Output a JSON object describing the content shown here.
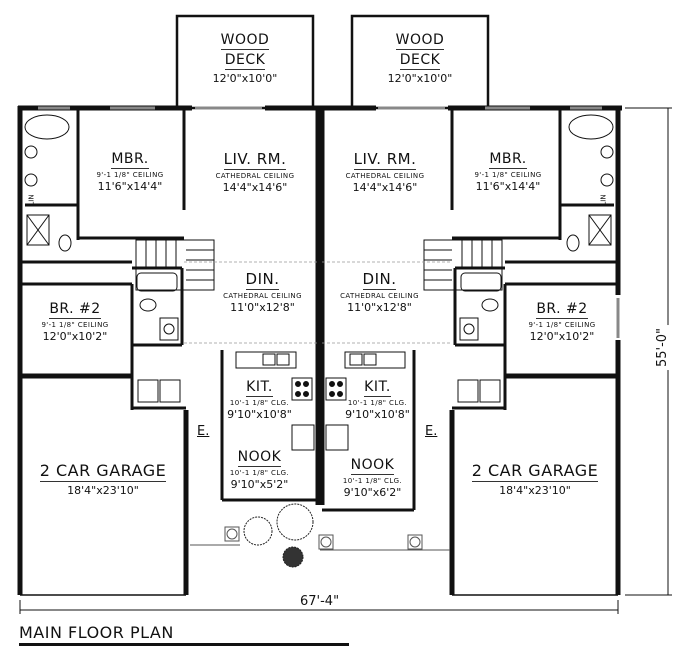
{
  "plan": {
    "title": "MAIN FLOOR PLAN",
    "overall_width": "67'-4\"",
    "overall_depth": "55'-0\""
  },
  "units": {
    "left": {
      "deck": {
        "name_line1": "WOOD",
        "name_line2": "DECK",
        "dim": "12'0\"x10'0\""
      },
      "mbr": {
        "name": "MBR.",
        "ceiling": "9'-1 1/8\" CEILING",
        "dim": "11'6\"x14'4\""
      },
      "living": {
        "name": "LIV. RM.",
        "ceiling": "CATHEDRAL CEILING",
        "dim": "14'4\"x14'6\""
      },
      "dining": {
        "name": "DIN.",
        "ceiling": "CATHEDRAL CEILING",
        "dim": "11'0\"x12'8\""
      },
      "br2": {
        "name": "BR. #2",
        "ceiling": "9'-1 1/8\" CEILING",
        "dim": "12'0\"x10'2\""
      },
      "kitchen": {
        "name": "KIT.",
        "ceiling": "10'-1 1/8\" CLG.",
        "dim": "9'10\"x10'8\""
      },
      "nook": {
        "name": "NOOK",
        "ceiling": "10'-1 1/8\" CLG.",
        "dim": "9'10\"x5'2\""
      },
      "entry": {
        "name": "E."
      },
      "garage": {
        "name": "2 CAR GARAGE",
        "dim": "18'4\"x23'10\""
      },
      "linen": "LIN"
    },
    "right": {
      "deck": {
        "name_line1": "WOOD",
        "name_line2": "DECK",
        "dim": "12'0\"x10'0\""
      },
      "mbr": {
        "name": "MBR.",
        "ceiling": "9'-1 1/8\" CEILING",
        "dim": "11'6\"x14'4\""
      },
      "living": {
        "name": "LIV. RM.",
        "ceiling": "CATHEDRAL CEILING",
        "dim": "14'4\"x14'6\""
      },
      "dining": {
        "name": "DIN.",
        "ceiling": "CATHEDRAL CEILING",
        "dim": "11'0\"x12'8\""
      },
      "br2": {
        "name": "BR. #2",
        "ceiling": "9'-1 1/8\" CEILING",
        "dim": "12'0\"x10'2\""
      },
      "kitchen": {
        "name": "KIT.",
        "ceiling": "10'-1 1/8\" CLG.",
        "dim": "9'10\"x10'8\""
      },
      "nook": {
        "name": "NOOK",
        "ceiling": "10'-1 1/8\" CLG.",
        "dim": "9'10\"x6'2\""
      },
      "entry": {
        "name": "E."
      },
      "garage": {
        "name": "2 CAR GARAGE",
        "dim": "18'4\"x23'10\""
      },
      "linen": "LIN"
    }
  }
}
